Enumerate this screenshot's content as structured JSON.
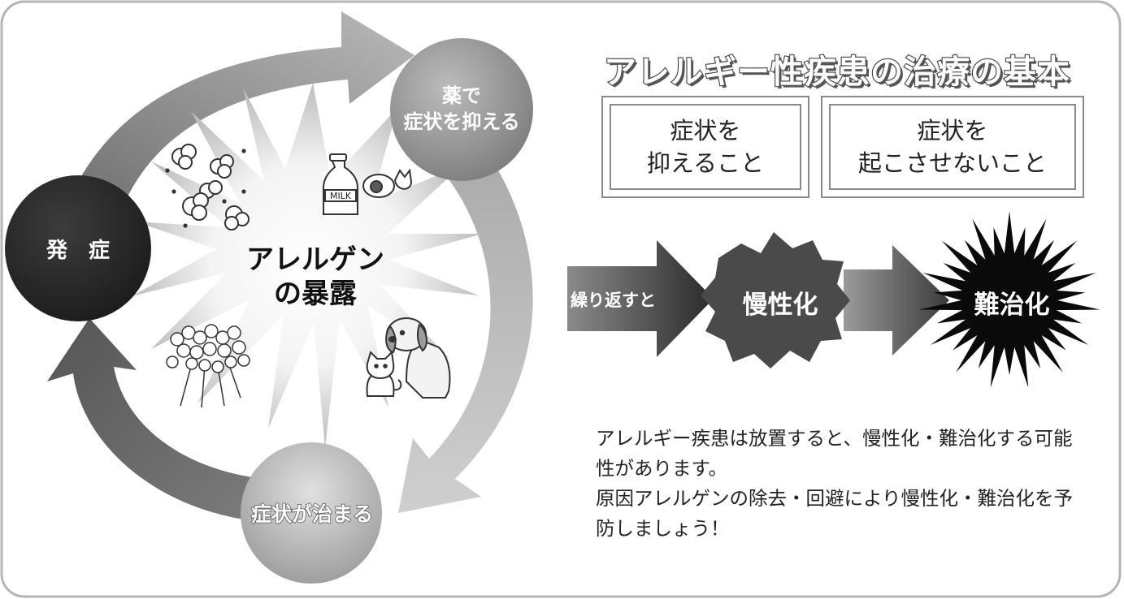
{
  "diagram": {
    "title": "アレルギー性疾患の治療の基本",
    "cycle": {
      "center_label": "アレルゲン\nの暴露",
      "medicine_label": "薬で\n症状を抑える",
      "onset_label": "発　症",
      "subside_label": "症状が治まる"
    },
    "treatment_boxes": [
      {
        "label": "症状を\n抑えること"
      },
      {
        "label": "症状を\n起こさせないこと"
      }
    ],
    "progression": {
      "repeat_label": "繰り返すと",
      "chronic_label": "慢性化",
      "intractable_label": "難治化"
    },
    "allergen_icons": [
      "pollen-icon",
      "milk-bottle-icon",
      "egg-icon",
      "flower-plant-icon",
      "dog-icon",
      "cat-icon"
    ],
    "milk_text": "MILK",
    "note": {
      "line1": "アレルギー疾患は放置すると、慢性化・難治化する可能性があります。",
      "line2": "原因アレルゲンの除去・回避により慢性化・難治化を予防しましょう！"
    }
  }
}
